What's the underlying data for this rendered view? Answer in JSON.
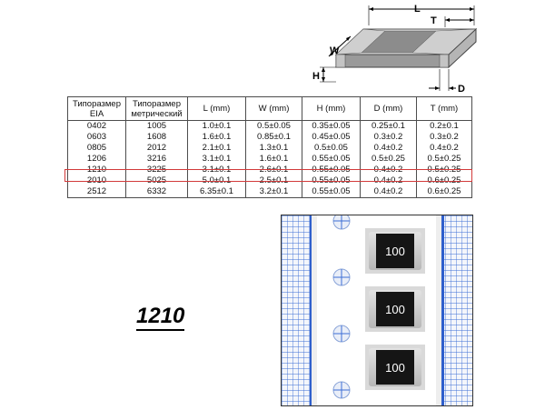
{
  "drawing": {
    "labels": {
      "l": "L",
      "t": "T",
      "w": "W",
      "h": "H",
      "d": "D"
    }
  },
  "table": {
    "headers": [
      [
        "Типоразмер",
        "EIA"
      ],
      [
        "Типоразмер",
        "метрический"
      ],
      [
        "L (mm)"
      ],
      [
        "W (mm)"
      ],
      [
        "H (mm)"
      ],
      [
        "D (mm)"
      ],
      [
        "T (mm)"
      ]
    ],
    "rows": [
      [
        "0402",
        "1005",
        "1.0±0.1",
        "0.5±0.05",
        "0.35±0.05",
        "0.25±0.1",
        "0.2±0.1"
      ],
      [
        "0603",
        "1608",
        "1.6±0.1",
        "0.85±0.1",
        "0.45±0.05",
        "0.3±0.2",
        "0.3±0.2"
      ],
      [
        "0805",
        "2012",
        "2.1±0.1",
        "1.3±0.1",
        "0.5±0.05",
        "0.4±0.2",
        "0.4±0.2"
      ],
      [
        "1206",
        "3216",
        "3.1±0.1",
        "1.6±0.1",
        "0.55±0.05",
        "0.5±0.25",
        "0.5±0.25"
      ],
      [
        "1210",
        "3225",
        "3.1±0.1",
        "2.6±0.1",
        "0.55±0.05",
        "0.4±0.2",
        "0.5±0.25"
      ],
      [
        "2010",
        "5025",
        "5.0±0.1",
        "2.5±0.1",
        "0.55±0.05",
        "0.4±0.2",
        "0.6±0.25"
      ],
      [
        "2512",
        "6332",
        "6.35±0.1",
        "3.2±0.1",
        "0.55±0.05",
        "0.4±0.2",
        "0.6±0.25"
      ]
    ],
    "highlighted_row": "1210",
    "highlight_color": "#d23a3a"
  },
  "part_label": "1210",
  "photo": {
    "chip_markings": [
      "100",
      "100",
      "100"
    ],
    "grid_color": "#3d6fd6"
  }
}
